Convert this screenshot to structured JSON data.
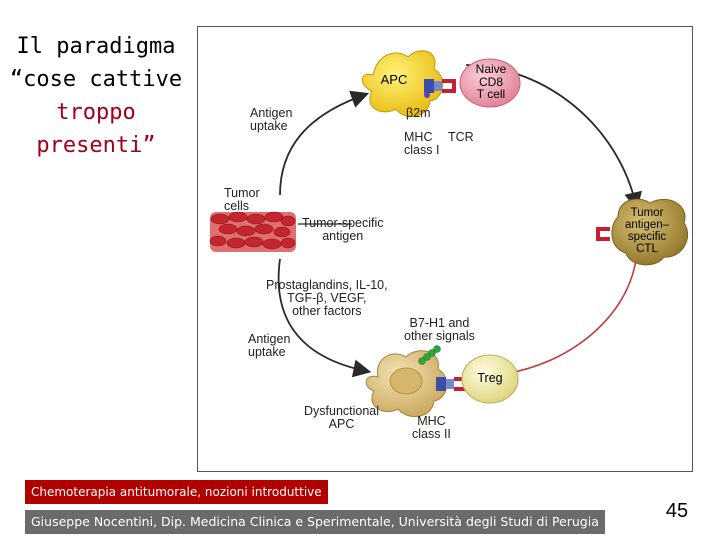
{
  "slide": {
    "title_lines": [
      "Il paradigma",
      "“cose cattive",
      "troppo",
      "presenti”"
    ],
    "page_number": "45"
  },
  "figure": {
    "labels": {
      "apc": "APC",
      "naive_line1": "Naive",
      "naive_line2": "CD8",
      "naive_line3": "T cell",
      "b2m": "β2m",
      "mhc_class_i_line1": "MHC",
      "mhc_class_i_line2": "class I",
      "tcr_top": "TCR",
      "antigen_uptake_top_line1": "Antigen",
      "antigen_uptake_top_line2": "uptake",
      "tumor_cells_line1": "Tumor",
      "tumor_cells_line2": "cells",
      "tumor_specific_antigen_line1": "Tumor-specific",
      "tumor_specific_antigen_line2": "antigen",
      "ctl_line1": "Tumor",
      "ctl_line2": "antigen–",
      "ctl_line3": "specific",
      "ctl_line4": "CTL",
      "factors_line1": "Prostaglandins, IL-10,",
      "factors_line2": "TGF-β, VEGF,",
      "factors_line3": "other factors",
      "b7h1_line1": "B7-H1 and",
      "b7h1_line2": "other signals",
      "antigen_uptake_bottom_line1": "Antigen",
      "antigen_uptake_bottom_line2": "uptake",
      "treg": "Treg",
      "dysfunctional_line1": "Dysfunctional",
      "dysfunctional_line2": "APC",
      "mhc_class_ii_line1": "MHC",
      "mhc_class_ii_line2": "class II"
    },
    "colors": {
      "apc_yellow": "#f6d51c",
      "naive_pink": "#f1a7b6",
      "ctl_olive": "#b89b3c",
      "treg_cream": "#f3efb0",
      "tumor_red": "#d9464d",
      "dysfunctional_beige": "#e2c884",
      "receptor_red": "#c81e32",
      "mhc_blue": "#3b4fa8",
      "arrow_dark": "#2a2a2a",
      "arrow_red": "#c23a3a"
    }
  },
  "footer": {
    "course": "Chemoterapia antitumorale, nozioni introduttive",
    "author": "Giuseppe Nocentini, Dip. Medicina Clinica e Sperimentale, Università degli Studi di Perugia"
  }
}
